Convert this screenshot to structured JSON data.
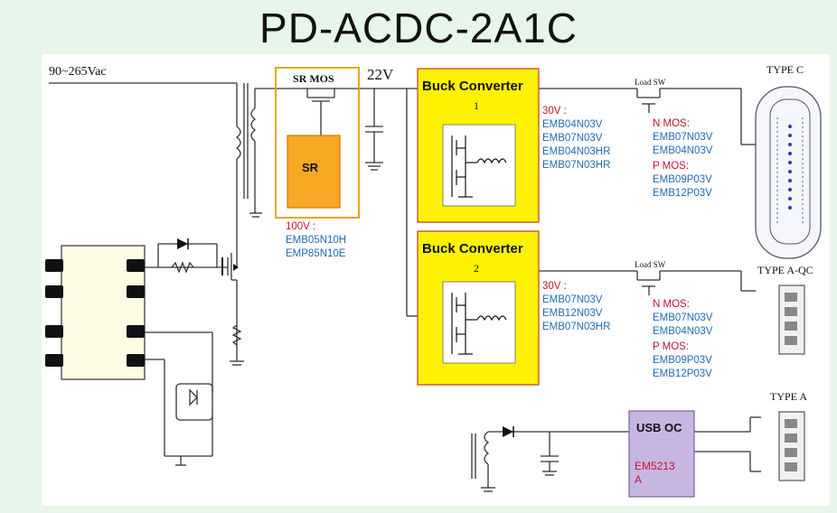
{
  "title": "PD-ACDC-2A1C",
  "input_label": "90~265Vac",
  "sr_block": {
    "header": "SR MOS",
    "chip": "SR",
    "voltage": "100V :",
    "parts": [
      "EMB05N10H",
      "EMP85N10E"
    ]
  },
  "rail_label": "22V",
  "buck1": {
    "title": "Buck Converter",
    "index": "1",
    "voltage": "30V :",
    "parts": [
      "EMB04N03V",
      "EMB07N03V",
      "EMB04N03HR",
      "EMB07N03HR"
    ]
  },
  "buck2": {
    "title": "Buck Converter",
    "index": "2",
    "voltage": "30V :",
    "parts": [
      "EMB07N03V",
      "EMB12N03V",
      "EMB07N03HR"
    ]
  },
  "load1": {
    "switch": "Load SW",
    "nmos_title": "N MOS:",
    "nmos": [
      "EMB07N03V",
      "EMB04N03V"
    ],
    "pmos_title": "P MOS:",
    "pmos": [
      "EMB09P03V",
      "EMB12P03V"
    ]
  },
  "load2": {
    "switch": "Load SW",
    "nmos_title": "N MOS:",
    "nmos": [
      "EMB07N03V",
      "EMB04N03V"
    ],
    "pmos_title": "P MOS:",
    "pmos": [
      "EMB09P03V",
      "EMB12P03V"
    ]
  },
  "ports": {
    "typec": "TYPE C",
    "typea_qc": "TYPE A-QC",
    "typea": "TYPE A"
  },
  "usb": {
    "title": "USB OC",
    "part_line1": "EM5213",
    "part_line2": "A"
  },
  "colors": {
    "yellow": "#fff200",
    "orange_border": "#e8a317",
    "sr_fill": "#f9a825",
    "blue_text": "#1f6bb5",
    "red_text": "#c8102e",
    "usb_fill": "#c8b6e2"
  }
}
